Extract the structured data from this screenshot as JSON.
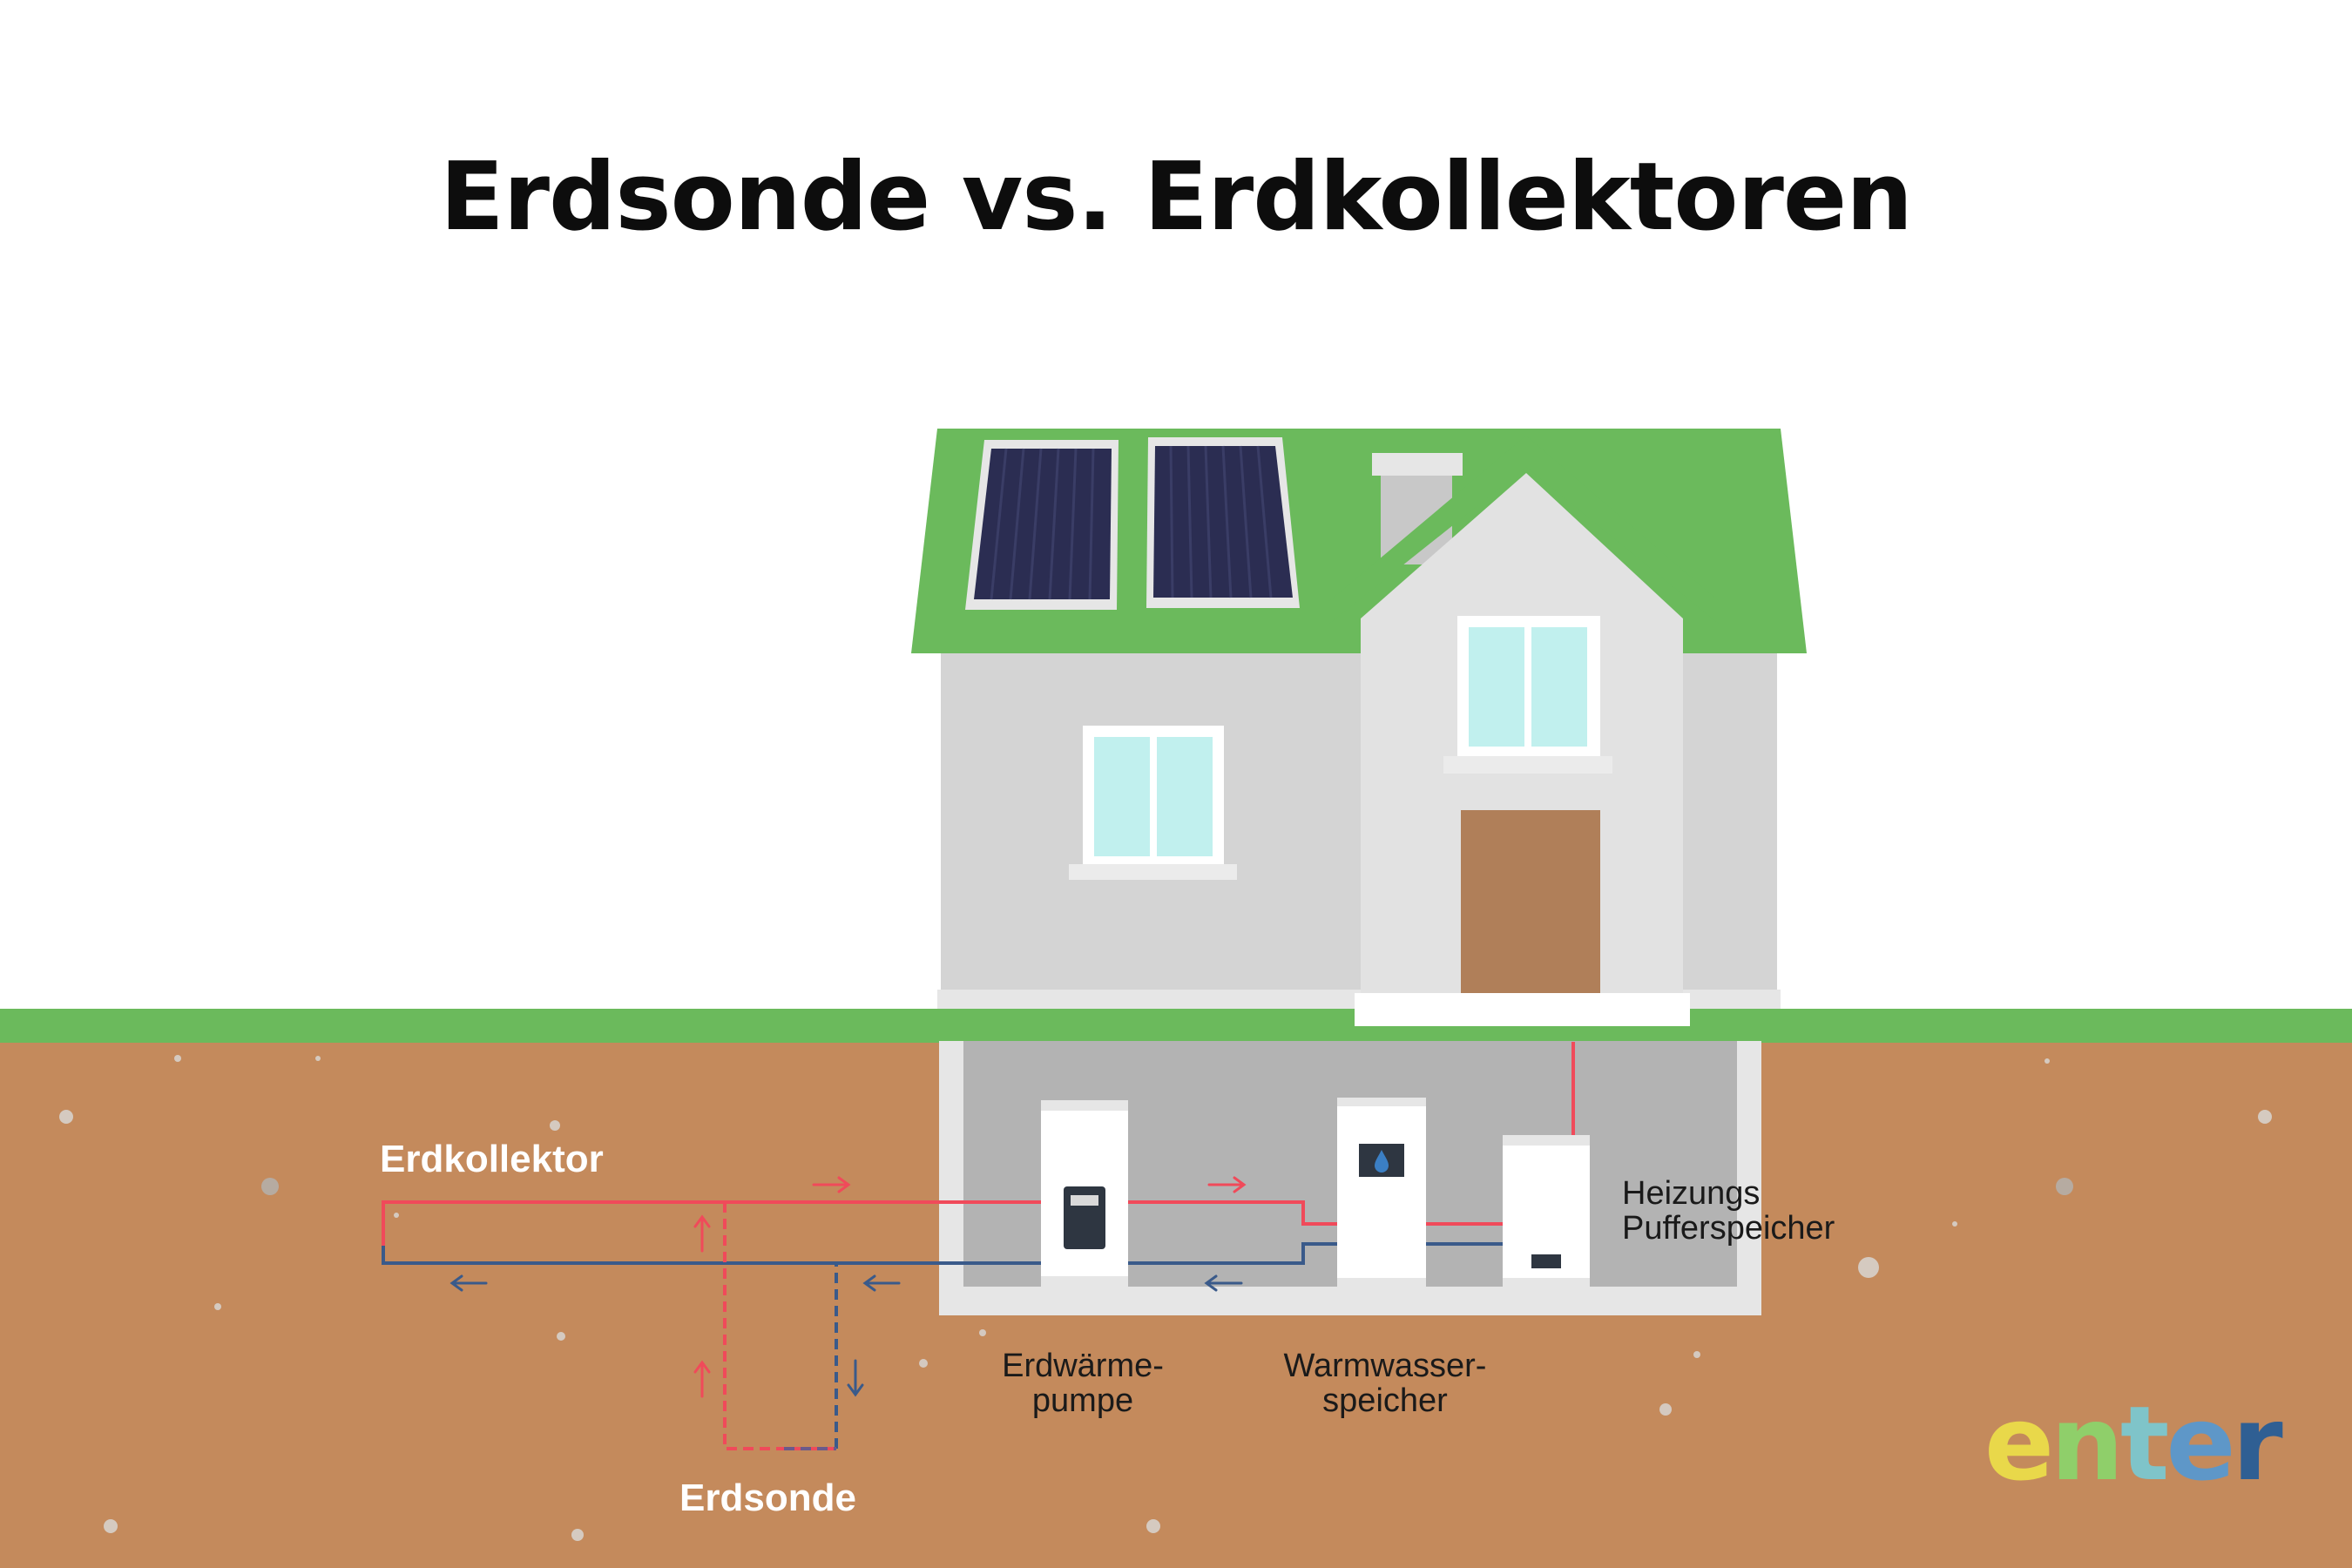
{
  "title": "Erdsonde vs. Erdkollektoren",
  "labels": {
    "erdkollektor": "Erdkollektor",
    "erdsonde": "Erdsonde",
    "heat_pump_line1": "Erdwärme-",
    "heat_pump_line2": "pumpe",
    "hot_water_line1": "Warmwasser-",
    "hot_water_line2": "speicher",
    "buffer_line1": "Heizungs",
    "buffer_line2": "Pufferspeicher"
  },
  "logo": {
    "letters": [
      "e",
      "n",
      "t",
      "e",
      "r"
    ],
    "colors": [
      "#e9d84a",
      "#8fcf6a",
      "#7fc4c9",
      "#5e97c8",
      "#2f5f93"
    ]
  },
  "colors": {
    "grass": "#6bba5c",
    "soil": "#c48a5c",
    "roof": "#6bba5c",
    "wall": "#d4d4d4",
    "window": "#c1f0ee",
    "door": "#b07f59",
    "supply_pipe": "#f04a5a",
    "return_pipe": "#3a5a8a"
  },
  "icons": [
    "solar-panel-icon",
    "water-drop-icon",
    "arrow-right-icon",
    "arrow-left-icon",
    "arrow-up-icon",
    "arrow-down-icon"
  ]
}
